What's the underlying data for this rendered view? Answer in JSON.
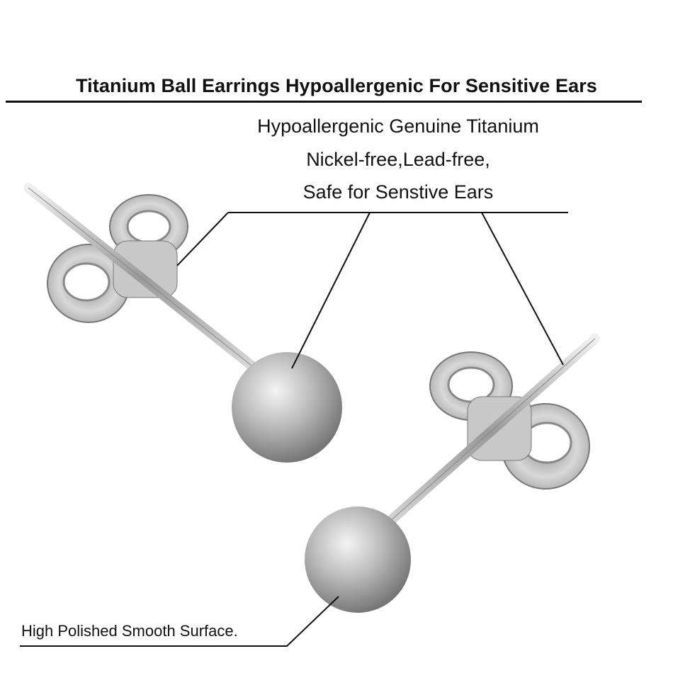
{
  "title": "Titanium Ball Earrings Hypoallergenic For Sensitive Ears",
  "features": [
    "Hypoallergenic Genuine Titanium",
    "Nickel-free,Lead-free,",
    "Safe for Senstive Ears"
  ],
  "bottom_callout": "High Polished Smooth Surface.",
  "colors": {
    "text": "#111111",
    "metal_light": "#e6e6e6",
    "metal_dark": "#7a7a7a"
  }
}
